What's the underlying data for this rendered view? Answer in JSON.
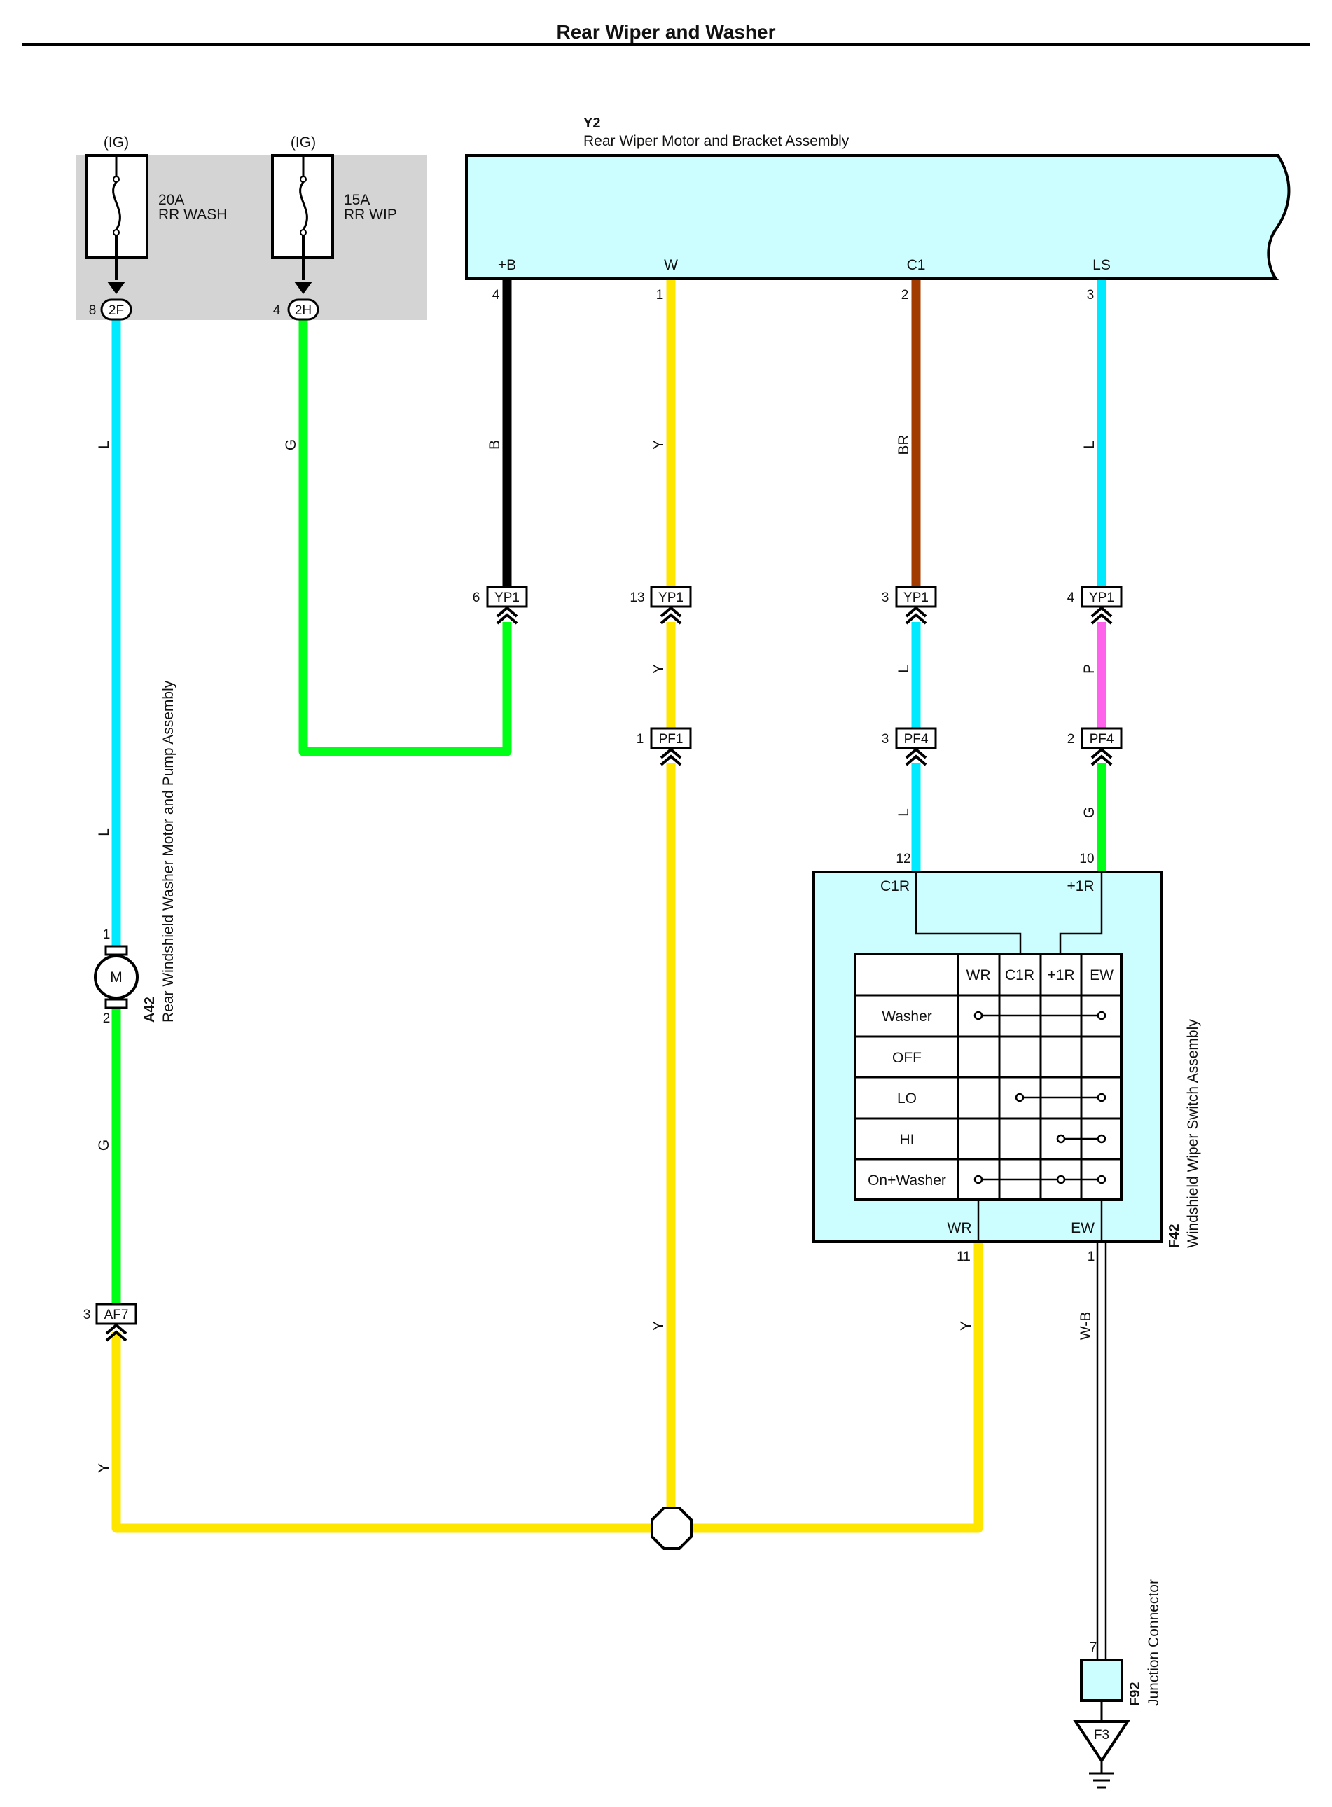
{
  "title": "Rear Wiper and Washer",
  "colors": {
    "L": "#00eaff",
    "G": "#00ff16",
    "B": "#000000",
    "Y": "#ffe600",
    "BR": "#a23b00",
    "P": "#ff63ec",
    "component_fill": "#ccfeff",
    "fuse_box_fill": "#d4d4d4"
  },
  "fuses": [
    {
      "supply": "(IG)",
      "rating": "20A",
      "name": "RR WASH",
      "pin": "8",
      "connector": "2F"
    },
    {
      "supply": "(IG)",
      "rating": "15A",
      "name": "RR WIP",
      "pin": "4",
      "connector": "2H"
    }
  ],
  "motor_assembly": {
    "code": "Y2",
    "name": "Rear Wiper Motor and Bracket Assembly",
    "terminals": [
      {
        "label": "+B",
        "pin": "4"
      },
      {
        "label": "W",
        "pin": "1"
      },
      {
        "label": "C1",
        "pin": "2"
      },
      {
        "label": "LS",
        "pin": "3"
      }
    ]
  },
  "washer_motor": {
    "code": "A42",
    "name": "Rear Windshield Washer Motor and Pump Assembly",
    "symbol": "M",
    "pin_top": "1",
    "pin_bottom": "2"
  },
  "connectors": [
    {
      "pin": "6",
      "name": "YP1"
    },
    {
      "pin": "13",
      "name": "YP1"
    },
    {
      "pin": "3",
      "name": "YP1"
    },
    {
      "pin": "4",
      "name": "YP1"
    },
    {
      "pin": "1",
      "name": "PF1"
    },
    {
      "pin": "3",
      "name": "PF4"
    },
    {
      "pin": "2",
      "name": "PF4"
    },
    {
      "pin": "3",
      "name": "AF7"
    }
  ],
  "wire_labels": [
    "L",
    "G",
    "B",
    "Y",
    "BR",
    "L",
    "Y",
    "L",
    "P",
    "L",
    "G",
    "L",
    "G",
    "Y",
    "Y",
    "Y",
    "W-B"
  ],
  "switch": {
    "code": "F42",
    "name": "Windshield Wiper Switch Assembly",
    "top_pins": [
      {
        "pin": "12",
        "label": "C1R"
      },
      {
        "pin": "10",
        "label": "+1R"
      }
    ],
    "bottom_pins": [
      {
        "pin": "11",
        "label": "WR"
      },
      {
        "pin": "1",
        "label": "EW"
      }
    ],
    "table": {
      "columns": [
        "WR",
        "C1R",
        "+1R",
        "EW"
      ],
      "rows": [
        {
          "mode": "Washer",
          "connected": [
            "WR",
            "EW"
          ]
        },
        {
          "mode": "OFF",
          "connected": []
        },
        {
          "mode": "LO",
          "connected": [
            "C1R",
            "EW"
          ]
        },
        {
          "mode": "HI",
          "connected": [
            "+1R",
            "EW"
          ]
        },
        {
          "mode": "On+Washer",
          "connected": [
            "WR",
            "+1R",
            "EW"
          ]
        }
      ]
    }
  },
  "junction": {
    "code": "F92",
    "name": "Junction Connector",
    "pin": "7"
  },
  "ground": {
    "label": "F3"
  }
}
